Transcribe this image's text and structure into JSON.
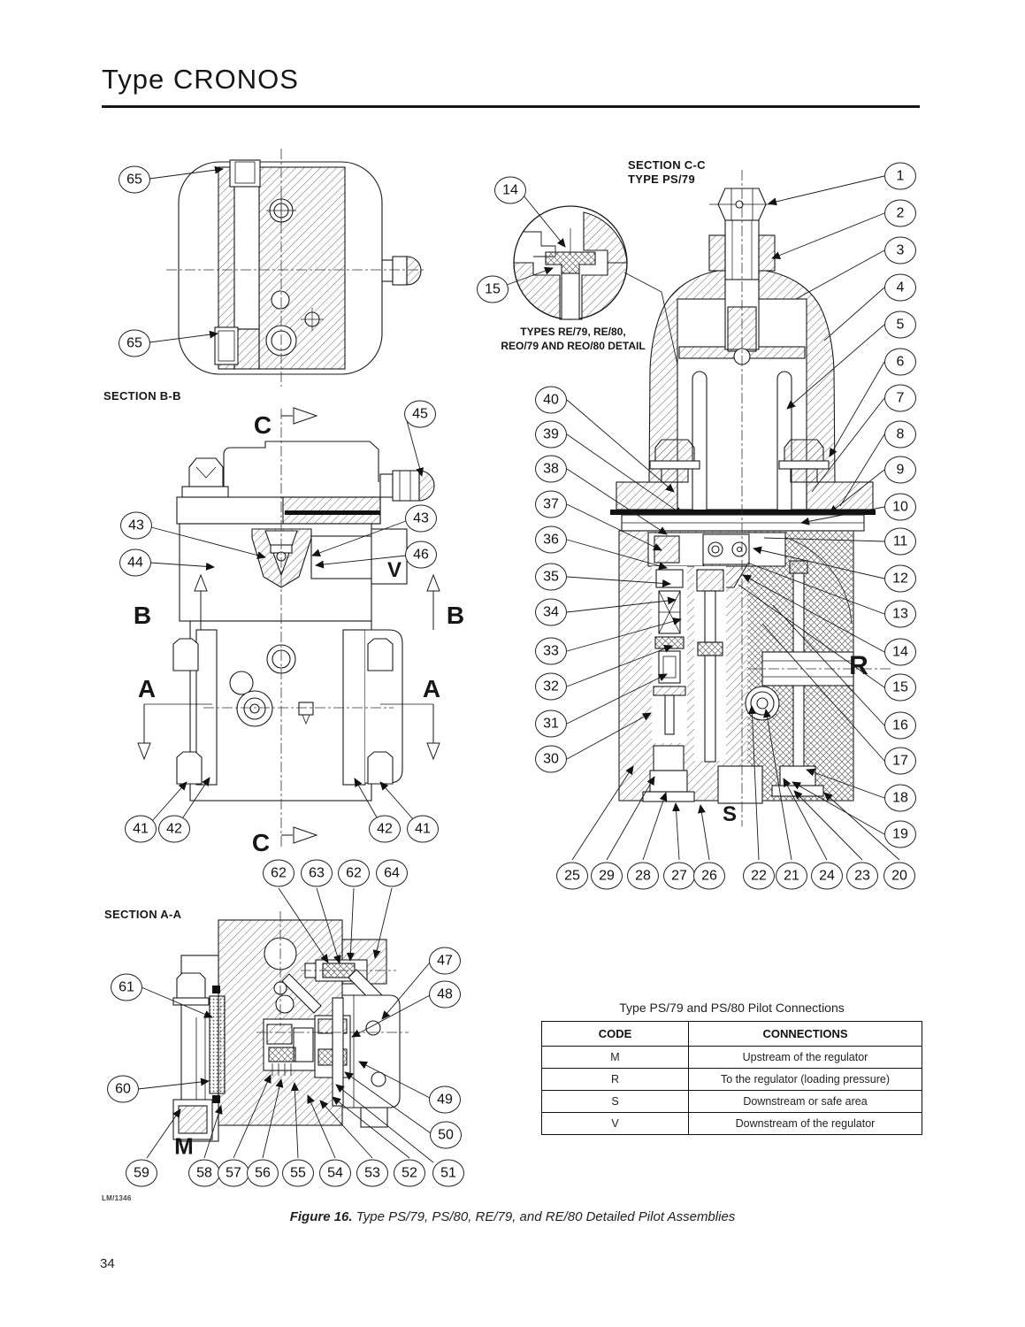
{
  "header": {
    "title": "Type CRONOS"
  },
  "sections": {
    "bb": "SECTION B-B",
    "cc_line1": "SECTION C-C",
    "cc_line2": "TYPE PS/79",
    "aa": "SECTION A-A",
    "detail_note_line1": "TYPES RE/79, RE/80,",
    "detail_note_line2": "REO/79 AND REO/80 DETAIL"
  },
  "labels": {
    "c_top": "C",
    "c_bottom": "C",
    "b_left": "B",
    "b_right": "B",
    "a_left": "A",
    "a_right": "A",
    "v": "V",
    "r": "R",
    "s": "S",
    "m": "M"
  },
  "callouts": {
    "top_view": [
      "65",
      "65"
    ],
    "side_view": [
      "45",
      "43",
      "43",
      "44",
      "46",
      "41",
      "42",
      "42",
      "41"
    ],
    "detail": [
      "14",
      "15"
    ],
    "main_right": [
      "1",
      "2",
      "3",
      "4",
      "5",
      "6",
      "7",
      "8",
      "9",
      "10",
      "11",
      "12",
      "13",
      "14",
      "15",
      "16",
      "17",
      "18",
      "19"
    ],
    "main_left": [
      "40",
      "39",
      "38",
      "37",
      "36",
      "35",
      "34",
      "33",
      "32",
      "31",
      "30"
    ],
    "main_bottom": [
      "25",
      "29",
      "28",
      "27",
      "26",
      "22",
      "21",
      "24",
      "23",
      "20"
    ],
    "aa_top": [
      "62",
      "63",
      "62",
      "64"
    ],
    "aa_right": [
      "47",
      "48",
      "49",
      "50",
      "51"
    ],
    "aa_left": [
      "61",
      "60"
    ],
    "aa_bottom": [
      "59",
      "58",
      "57",
      "56",
      "55",
      "54",
      "53",
      "52"
    ]
  },
  "table": {
    "title": "Type PS/79 and PS/80 Pilot Connections",
    "headers": [
      "CODE",
      "CONNECTIONS"
    ],
    "rows": [
      [
        "M",
        "Upstream of the regulator"
      ],
      [
        "R",
        "To the regulator (loading pressure)"
      ],
      [
        "S",
        "Downstream or safe area"
      ],
      [
        "V",
        "Downstream of the regulator"
      ]
    ]
  },
  "caption": {
    "label": "Figure 16.",
    "text": " Type PS/79, PS/80, RE/79, and RE/80 Detailed Pilot Assemblies"
  },
  "footer": {
    "page_number": "34",
    "drawing_id": "LM/1346"
  }
}
